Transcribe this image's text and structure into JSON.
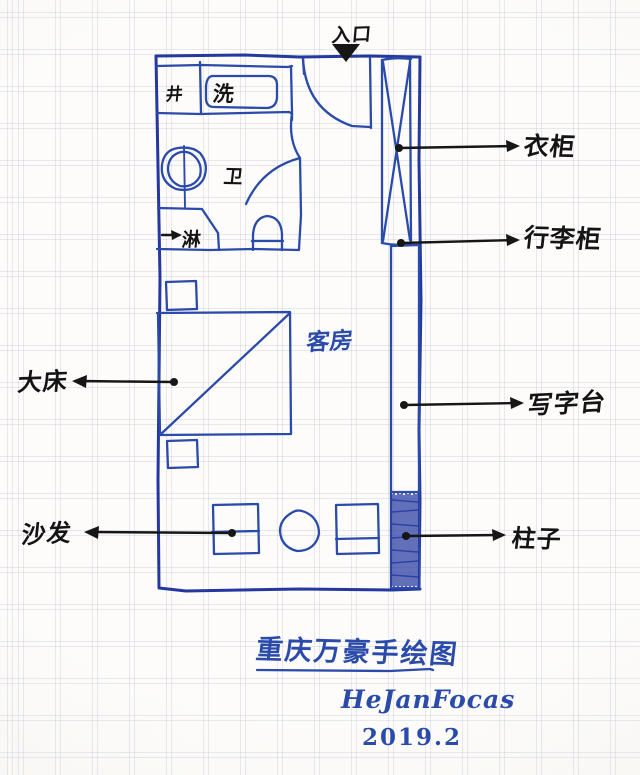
{
  "document": {
    "type": "hand-drawn-floor-plan",
    "title": "重庆万豪手绘图",
    "signature": "HeJanFocas",
    "date": "2019.2",
    "paper": "dotted-grid-notebook",
    "ink_color": "#2b4bab",
    "marker_color": "#161616",
    "paper_color": "#fdfcfa"
  },
  "plan_labels": {
    "entrance": "入口",
    "well_shaft": "井",
    "wash_basin": "洗",
    "bathroom": "卫",
    "shower": "淋",
    "guest_room": "客房"
  },
  "callouts": [
    {
      "id": "wardrobe",
      "text": "衣柜",
      "side": "right",
      "arrow": "left-to-right"
    },
    {
      "id": "luggage-cabinet",
      "text": "行李柜",
      "side": "right",
      "arrow": "left-to-right"
    },
    {
      "id": "writing-desk",
      "text": "写字台",
      "side": "right",
      "arrow": "left-to-right"
    },
    {
      "id": "column",
      "text": "柱子",
      "side": "right",
      "arrow": "left-to-right"
    },
    {
      "id": "big-bed",
      "text": "大床",
      "side": "left",
      "arrow": "right-to-left"
    },
    {
      "id": "sofa",
      "text": "沙发",
      "side": "left",
      "arrow": "right-to-left"
    },
    {
      "id": "shower",
      "text": "淋",
      "side": "inner",
      "arrow": "left-to-right"
    }
  ],
  "furniture": [
    {
      "name": "wardrobe",
      "symbol": "tall-rectangle-with-x"
    },
    {
      "name": "luggage-cabinet",
      "symbol": "narrow-rectangle"
    },
    {
      "name": "writing-desk",
      "symbol": "long-narrow-rectangle"
    },
    {
      "name": "column",
      "symbol": "solid-hatched-rectangle"
    },
    {
      "name": "bed",
      "symbol": "square-with-diagonal"
    },
    {
      "name": "nightstand-upper",
      "symbol": "small-square"
    },
    {
      "name": "nightstand-lower",
      "symbol": "small-square"
    },
    {
      "name": "armchair-left",
      "symbol": "square-with-seat-line"
    },
    {
      "name": "round-table",
      "symbol": "circle"
    },
    {
      "name": "armchair-right",
      "symbol": "square-with-seat-line"
    },
    {
      "name": "wash-basin",
      "symbol": "rounded-rectangle"
    },
    {
      "name": "bath-sink",
      "symbol": "circle"
    },
    {
      "name": "toilet",
      "symbol": "dome-shape"
    },
    {
      "name": "entry-door",
      "symbol": "quarter-arc-swing"
    },
    {
      "name": "bathroom-door",
      "symbol": "arc-swing"
    }
  ]
}
